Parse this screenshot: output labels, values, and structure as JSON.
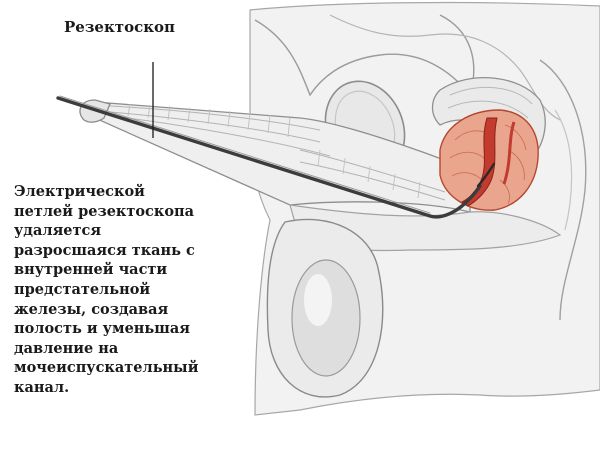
{
  "labels": {
    "instrument": "Резектоскоп"
  },
  "caption": {
    "lines": [
      "Электрической",
      "петлей резектоскопа",
      "удаляется",
      "разросшаяся ткань  с",
      "внутренней части",
      "предстательной",
      "железы, создавая",
      "полость и уменьшая",
      "давление на",
      "мочеиспускательный",
      "канал."
    ]
  },
  "colors": {
    "background": "#ffffff",
    "anatomy_line": "#8a8a8a",
    "anatomy_fill": "#e6e6e6",
    "prostate_outer": "#e9a58e",
    "prostate_inner": "#c23b2e",
    "instrument": "#3c3c3c",
    "text": "#1a1a1a"
  }
}
